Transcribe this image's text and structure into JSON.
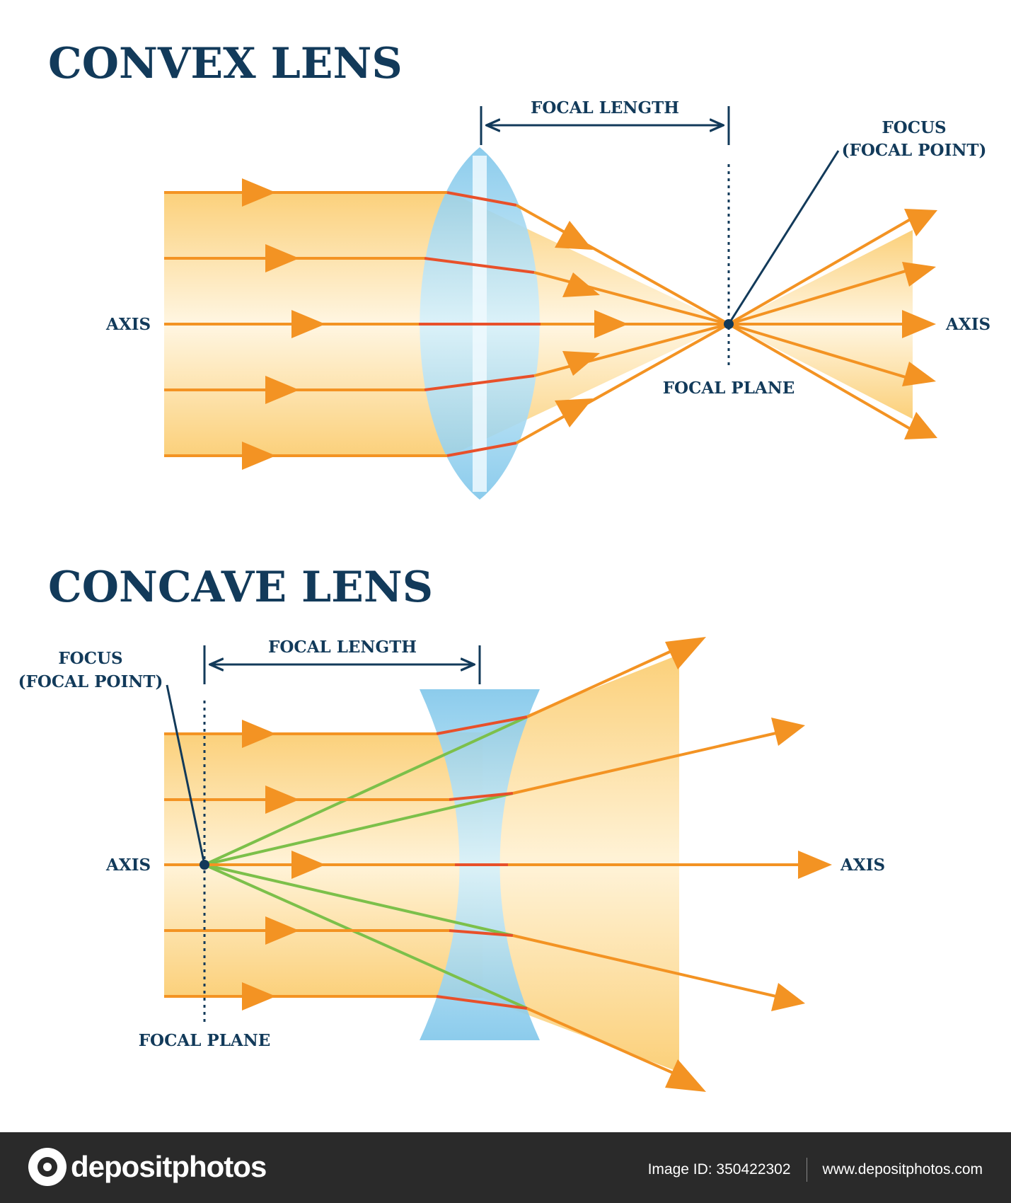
{
  "convex": {
    "title": "CONVEX LENS",
    "focal_length_label": "FOCAL LENGTH",
    "focus_label_line1": "FOCUS",
    "focus_label_line2": "(FOCAL POINT)",
    "axis_left_label": "AXIS",
    "axis_right_label": "AXIS",
    "focal_plane_label": "FOCAL PLANE"
  },
  "concave": {
    "title": "CONCAVE LENS",
    "focal_length_label": "FOCAL LENGTH",
    "focus_label_line1": "FOCUS",
    "focus_label_line2": "(FOCAL POINT)",
    "axis_left_label": "AXIS",
    "axis_right_label": "AXIS",
    "focal_plane_label": "FOCAL PLANE"
  },
  "footer": {
    "brand": "depositphotos",
    "image_id": "Image ID: 350422302",
    "website": "www.depositphotos.com"
  },
  "colors": {
    "ray": "#f39323",
    "ray_inside_lens": "#e8502a",
    "virtual_ray": "#7cc04a",
    "lens": "#8fcfee",
    "beam": "#fbd98a",
    "text": "#123a5a",
    "footer_bg": "#2a2a2a"
  }
}
